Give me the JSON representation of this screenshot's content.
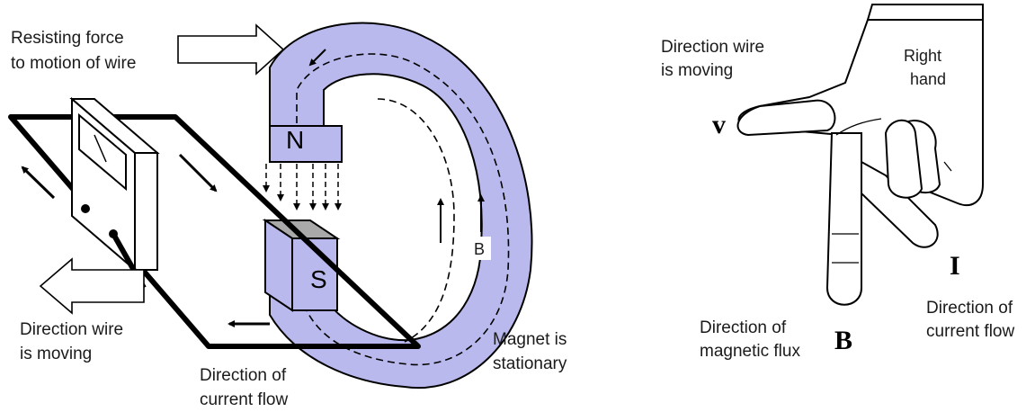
{
  "left": {
    "resisting_force": [
      "Resisting force",
      "to motion of wire"
    ],
    "pole_north": "N",
    "pole_south": "S",
    "field_label": "B",
    "wire_moving": [
      "Direction wire",
      "is moving"
    ],
    "current_flow": [
      "Direction of",
      "current flow"
    ],
    "magnet_note": [
      "Magnet is",
      "stationary"
    ]
  },
  "right": {
    "wire_moving": [
      "Direction wire",
      "is moving"
    ],
    "hand": [
      "Right",
      "hand"
    ],
    "v_symbol": "v",
    "b_symbol": "B",
    "i_symbol": "I",
    "magnetic_flux": [
      "Direction of",
      "magnetic flux"
    ],
    "current_flow": [
      "Direction of",
      "current flow"
    ]
  },
  "colors": {
    "magnet": "#b9b9ee",
    "outline": "#000000",
    "pole_face": "#a9a9a9"
  }
}
